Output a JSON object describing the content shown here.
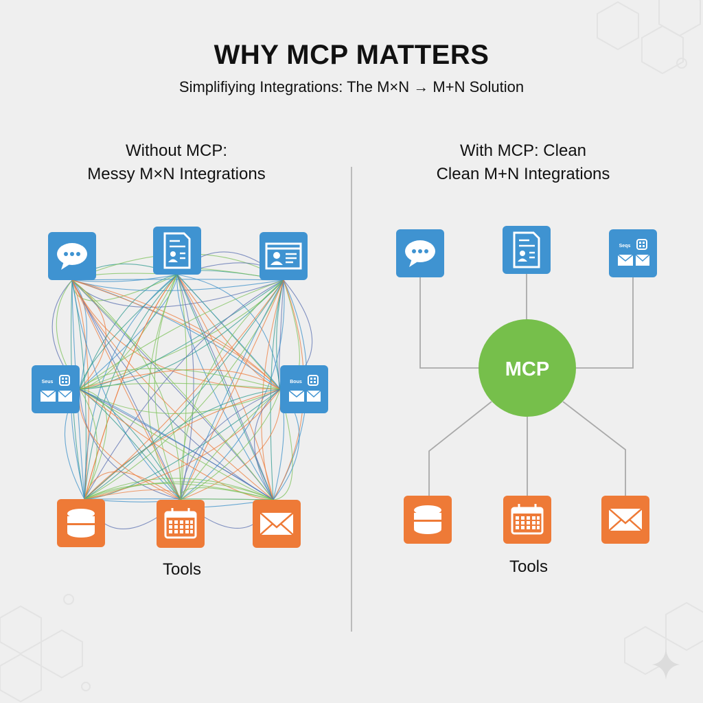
{
  "header": {
    "title": "WHY MCP MATTERS",
    "subtitle": "Simplifiying Integrations: The M×N → M+N Solution"
  },
  "left_panel": {
    "heading_line1": "Without MCP:",
    "heading_line2": "Messy M×N Integrations",
    "tools_label": "Tools",
    "icon_lettering": [
      "Seus",
      "Bous"
    ]
  },
  "right_panel": {
    "heading_line1": "With MCP: Clean",
    "heading_line2": "Clean M+N Integrations",
    "hub_label": "MCP",
    "tools_label": "Tools",
    "icon_lettering": [
      "Seqs"
    ]
  },
  "colors": {
    "client_blue": "#3f93d1",
    "tool_orange": "#ee7a37",
    "hub_green": "#76bf4b",
    "connector_gray": "#a9a9a9",
    "mesh_colors": [
      "#3a8fc8",
      "#ec7c3e",
      "#7cc15a",
      "#2f9a8f",
      "#5a6fb0"
    ]
  }
}
